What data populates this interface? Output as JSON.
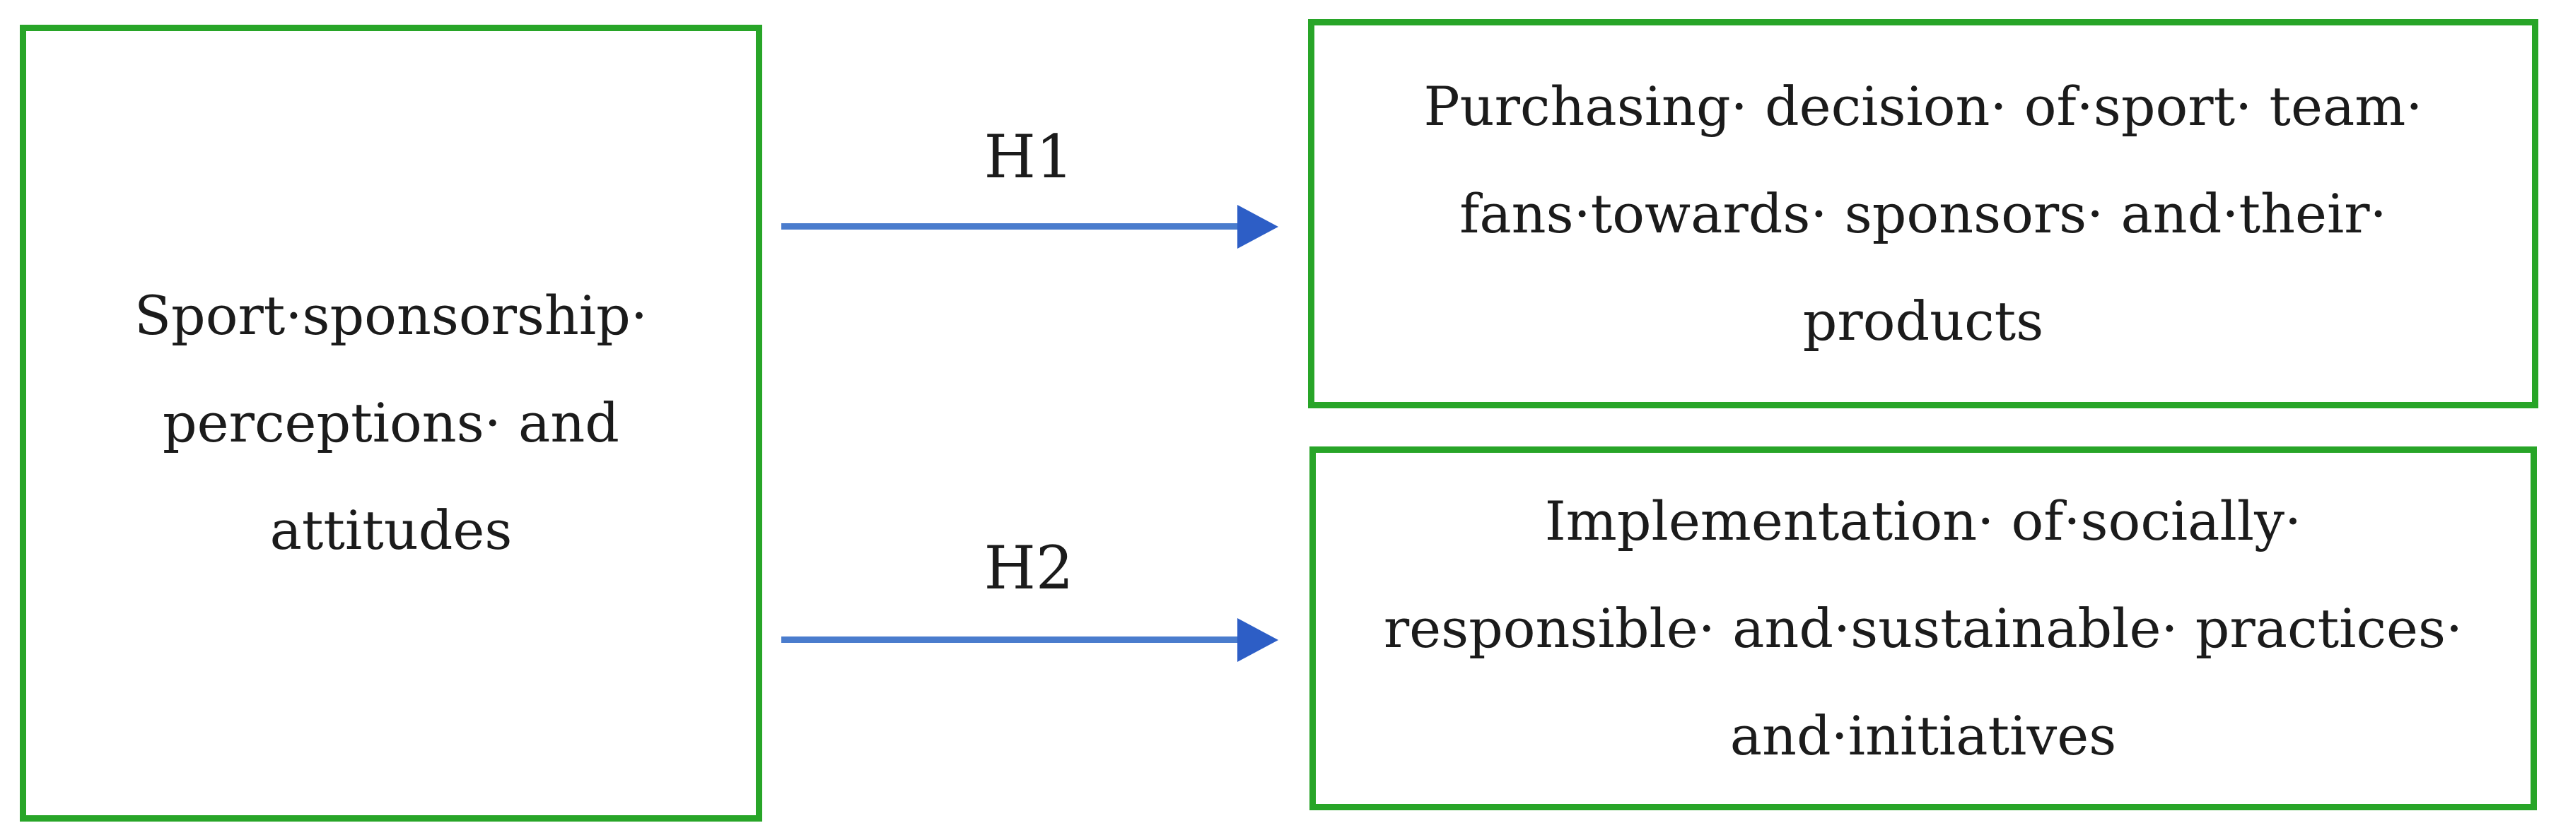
{
  "figure": {
    "type": "hypothesis-diagram",
    "nodes": {
      "independent": {
        "lines": [
          "Sport·sponsorship·",
          "perceptions· and",
          "attitudes"
        ]
      },
      "dependent_top": {
        "lines": [
          "Purchasing· decision· of·sport· team·",
          "fans·towards· sponsors· and·their·",
          "products"
        ]
      },
      "dependent_bottom": {
        "lines": [
          "Implementation· of·socially·",
          "responsible· and·sustainable· practices·",
          "and·initiatives"
        ]
      }
    },
    "links": [
      {
        "label": "H1",
        "from": "independent",
        "to": "dependent_top"
      },
      {
        "label": "H2",
        "from": "independent",
        "to": "dependent_bottom"
      }
    ],
    "colors": {
      "box_border": "#28a528",
      "arrow_shaft": "#4a7ccd",
      "arrow_head": "#2d5ec6",
      "text": "#1b1b1b",
      "background": "#ffffff"
    }
  }
}
